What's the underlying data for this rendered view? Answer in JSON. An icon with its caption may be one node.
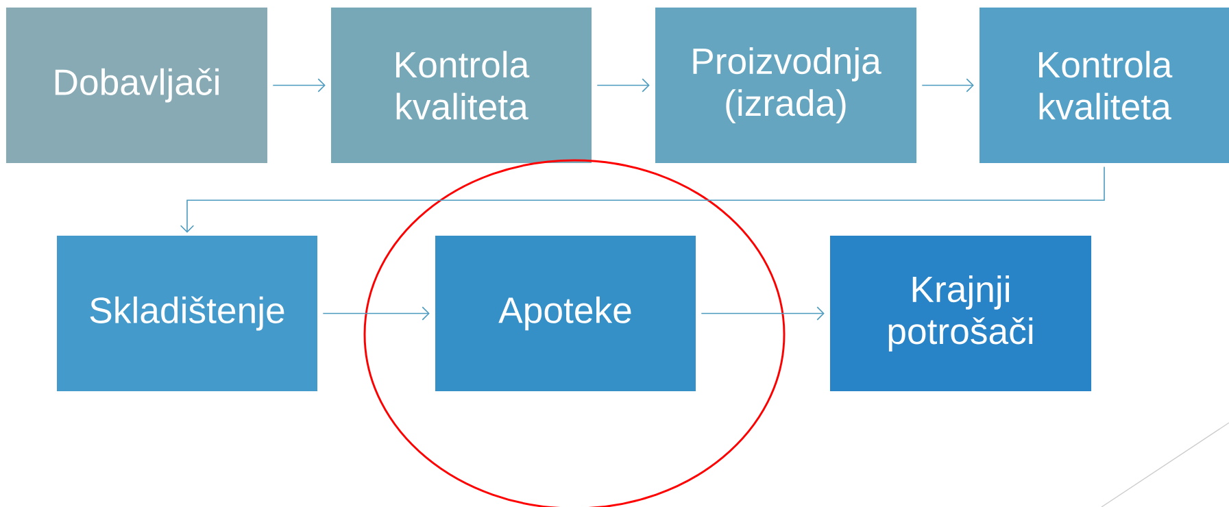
{
  "diagram": {
    "nodes": [
      {
        "text": [
          "Dobavljači"
        ]
      },
      {
        "text": [
          "Kontrola kvaliteta"
        ]
      },
      {
        "text": [
          "Proizvodnja (izrada)"
        ]
      },
      {
        "text": [
          "Kontrola kvaliteta"
        ]
      },
      {
        "text": [
          "Skladištenje"
        ]
      },
      {
        "text": [
          "Apoteke"
        ]
      },
      {
        "text": [
          "Krajnji potrošači"
        ]
      }
    ],
    "edges": [
      {
        "from": 0,
        "to": 1,
        "arrow": "to"
      },
      {
        "from": 1,
        "to": 2,
        "arrow": "to"
      },
      {
        "from": 2,
        "to": 3,
        "arrow": "to"
      },
      {
        "from": 3,
        "to": 4,
        "arrow": "to"
      },
      {
        "from": 4,
        "to": 5,
        "arrow": "to"
      },
      {
        "from": 5,
        "to": 6,
        "arrow": "to"
      }
    ]
  }
}
